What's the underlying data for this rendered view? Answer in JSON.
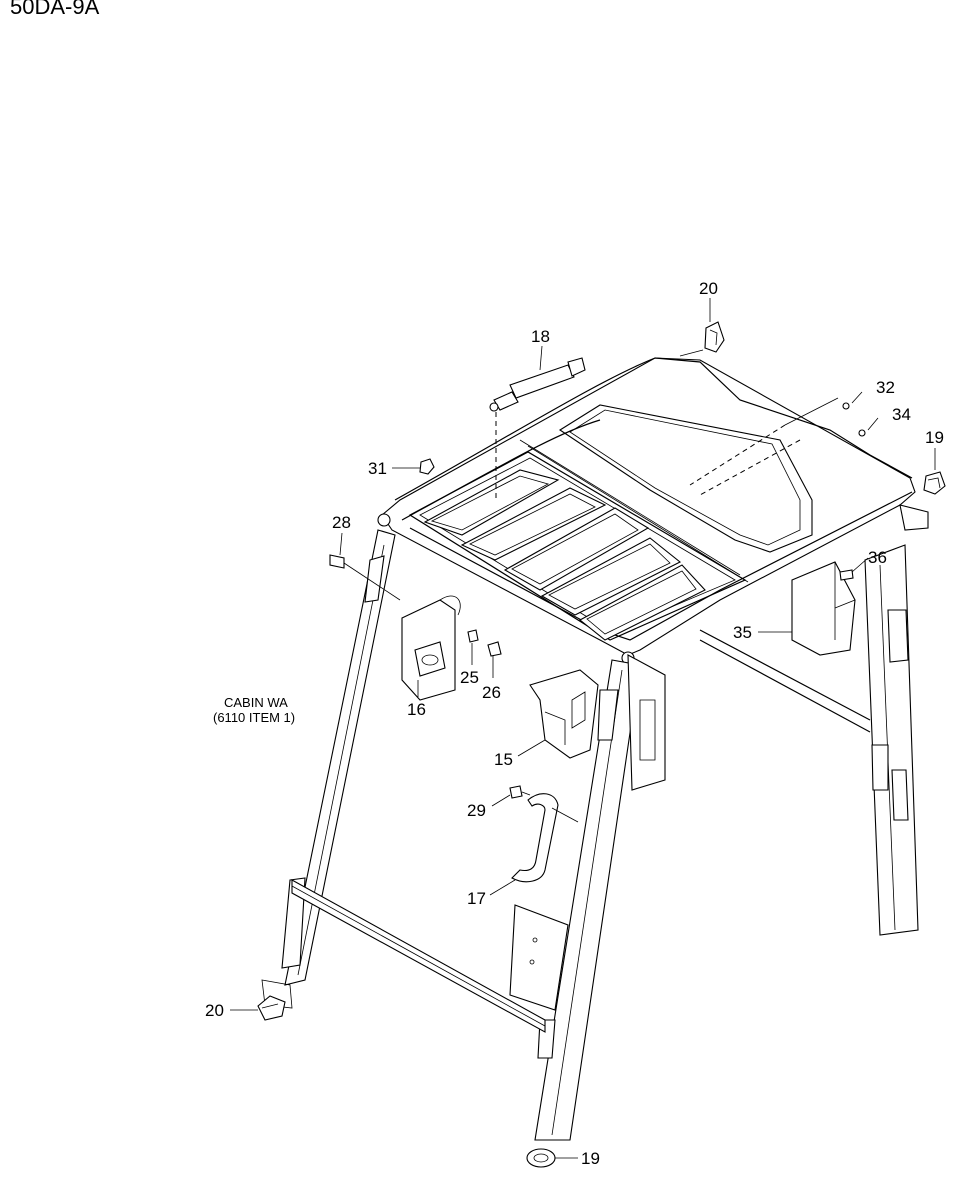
{
  "header": {
    "model_code": "50DA-9A"
  },
  "callouts": [
    {
      "id": "c20a",
      "text": "20"
    },
    {
      "id": "c18",
      "text": "18"
    },
    {
      "id": "c32",
      "text": "32"
    },
    {
      "id": "c34",
      "text": "34"
    },
    {
      "id": "c19a",
      "text": "19"
    },
    {
      "id": "c31",
      "text": "31"
    },
    {
      "id": "c28",
      "text": "28"
    },
    {
      "id": "c36",
      "text": "36"
    },
    {
      "id": "c35",
      "text": "35"
    },
    {
      "id": "c25",
      "text": "25"
    },
    {
      "id": "c26",
      "text": "26"
    },
    {
      "id": "c16",
      "text": "16"
    },
    {
      "id": "c15",
      "text": "15"
    },
    {
      "id": "c29",
      "text": "29"
    },
    {
      "id": "c17",
      "text": "17"
    },
    {
      "id": "c20b",
      "text": "20"
    },
    {
      "id": "c19b",
      "text": "19"
    }
  ],
  "note": {
    "line1": "CABIN WA",
    "line2": "(6110 ITEM 1)"
  }
}
